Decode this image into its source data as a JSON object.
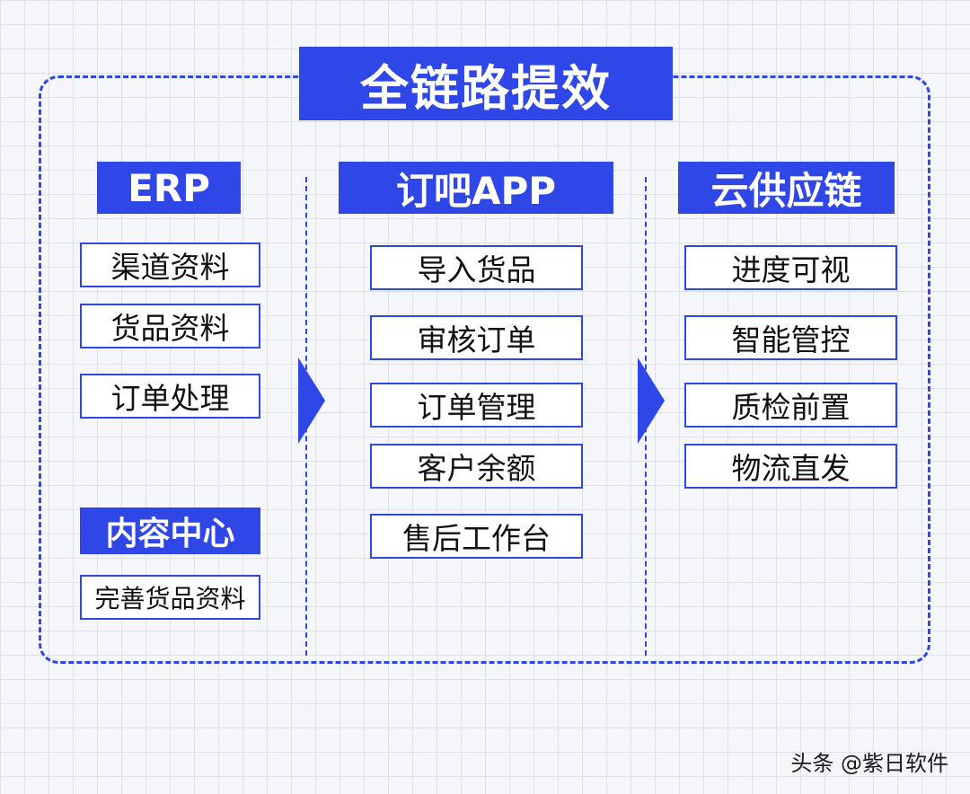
{
  "title": "全链路提效",
  "columns": [
    {
      "header": "ERP",
      "items": [
        "渠道资料",
        "货品资料",
        "订单处理"
      ],
      "sub_section": {
        "header": "内容中心",
        "items": [
          "完善货品资料"
        ]
      }
    },
    {
      "header": "订吧APP",
      "items": [
        "导入货品",
        "审核订单",
        "订单管理",
        "客户余额",
        "售后工作台"
      ]
    },
    {
      "header": "云供应链",
      "items": [
        "进度可视",
        "智能管控",
        "质检前置",
        "物流直发"
      ]
    }
  ],
  "watermark": "头条 @紫日软件",
  "colors": {
    "accent": "#2f47e6",
    "item_border": "#2f47e6",
    "text": "#111111",
    "background": "#f5f6f9"
  }
}
